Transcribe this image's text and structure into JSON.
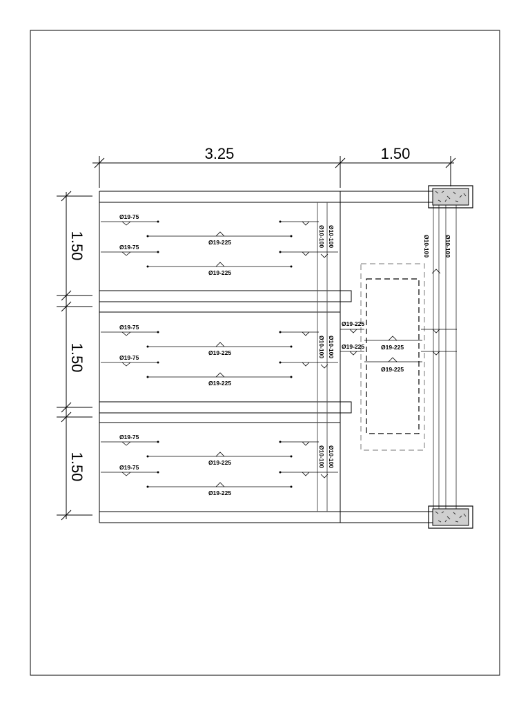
{
  "dimensions": {
    "top_left": "3.25",
    "top_right": "1.50",
    "left_1": "1.50",
    "left_2": "1.50",
    "left_3": "1.50"
  },
  "bars": {
    "b19_75": "Ø19-75",
    "b19_225": "Ø19-225",
    "b10_100": "Ø10-100"
  }
}
